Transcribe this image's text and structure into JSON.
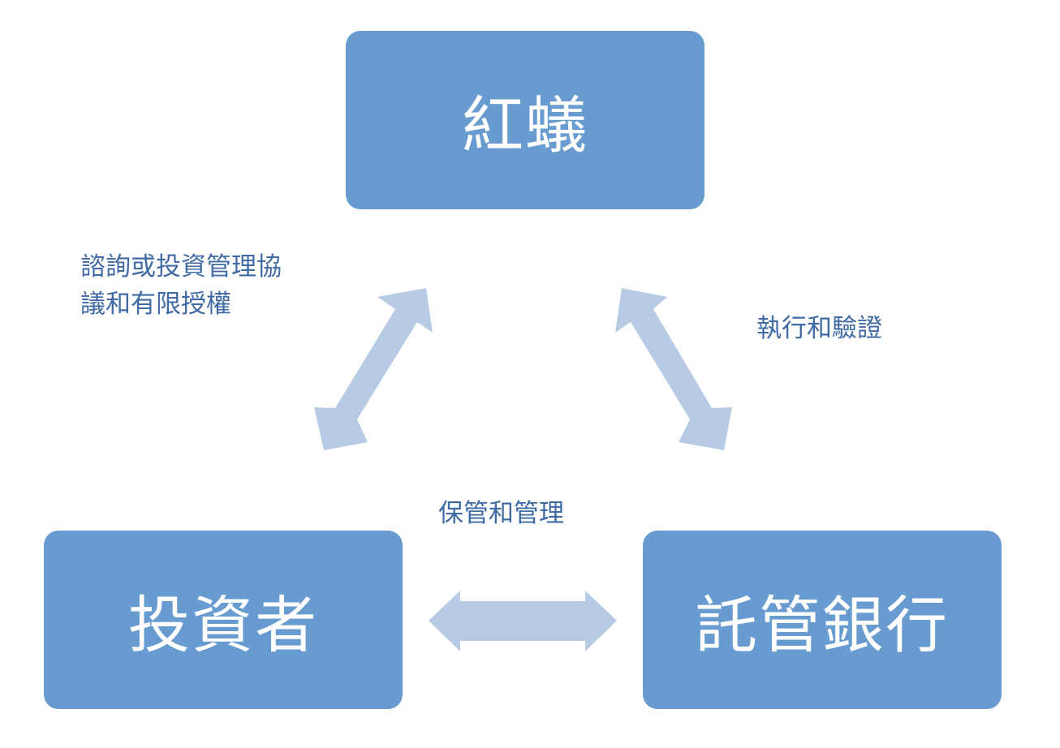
{
  "nodes": {
    "top": "紅蟻",
    "left": "投資者",
    "right": "託管銀行"
  },
  "edges": {
    "top_left": {
      "label_line1": "諮詢或投資管理協",
      "label_line2": "議和有限授權"
    },
    "top_right": {
      "label": "執行和驗證"
    },
    "bottom": {
      "label": "保管和管理"
    }
  },
  "colors": {
    "node_fill": "#689cd0",
    "node_text": "#ffffff",
    "arrow_fill": "#b8cbe5",
    "label_text": "#3f6aa4"
  }
}
